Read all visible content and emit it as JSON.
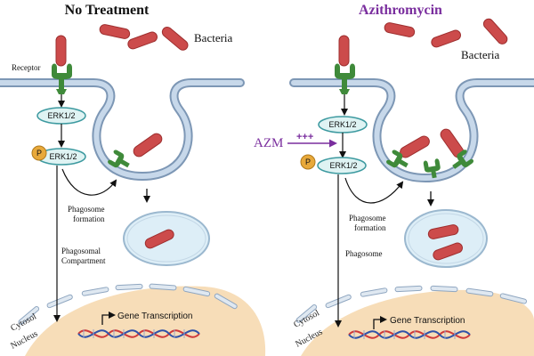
{
  "colors": {
    "membrane_fill": "#b9cde3",
    "membrane_stroke": "#7d97b5",
    "bacteria": "#cc4b4b",
    "bacteria_stroke": "#9e2f2f",
    "receptor": "#3f8a3a",
    "erk_fill": "#dff3f3",
    "erk_stroke": "#3d9aa0",
    "phospho": "#e8a93a",
    "phagosome_fill": "#ddeef7",
    "nucleus_fill": "#f7ddb8",
    "azm_color": "#7a2e9e",
    "dna_red": "#d03a3a",
    "dna_blue": "#2f52a8"
  },
  "panels": {
    "left": {
      "title": "No Treatment",
      "bacteria_label": "Bacteria",
      "receptor_label": "Receptor",
      "erk_label": "ERK1/2",
      "erk_p_label": "ERK1/2",
      "p_label": "P",
      "phagosome_formation": [
        "Phagosome",
        "formation"
      ],
      "phagosomal_compartment": [
        "Phagosomal",
        "Compartment"
      ],
      "cytosol_label": "Cytosol",
      "nucleus_label": "Nucleus",
      "gene_transcription": "Gene Transcription"
    },
    "right": {
      "title": "Azithromycin",
      "bacteria_label": "Bacteria",
      "azm_label": "AZM",
      "azm_marks": "+++",
      "erk_label": "ERK1/2",
      "erk_p_label": "ERK1/2",
      "p_label": "P",
      "phagosome_formation": [
        "Phagosome",
        "formation"
      ],
      "phagosome_label": "Phagosome",
      "cytosol_label": "Cytosol",
      "nucleus_label": "Nucleus",
      "gene_transcription": "Gene Transcription"
    }
  }
}
